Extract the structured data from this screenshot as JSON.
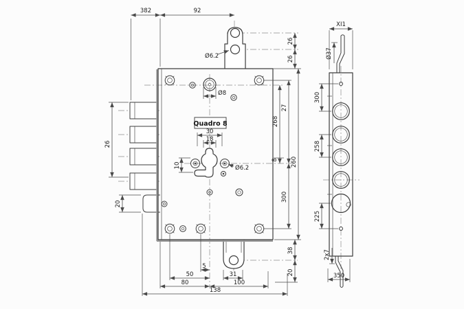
{
  "drawing": {
    "product": "Quadro 8",
    "colors": {
      "line": "#3d3d3d",
      "background": "#fcfcfc"
    },
    "front": {
      "dim_382": "382",
      "dim_92": "92",
      "dia_62_top": "Ø6.2",
      "dim_26_a": "26",
      "dim_26_b": "26",
      "dia_8": "Ø8",
      "dim_27": "27",
      "dim_268": "268",
      "dim_8": "8",
      "dim_260": "260",
      "dim_300": "300",
      "dim_30": "30",
      "dim_18": "18",
      "dim_10": "10",
      "dia_62_mid": "Ø6.2",
      "dim_26_left": "26",
      "dim_20_latch": "20",
      "dim_38": "38",
      "dim_20_right": "20",
      "dim_5": "5",
      "dim_50": "50",
      "dim_31": "31",
      "dim_80": "80",
      "dim_100": "100",
      "dim_138": "138"
    },
    "side": {
      "dim_xi1": "XI1",
      "dia_37": "Ø37",
      "dim_300": "300",
      "dim_258": "258",
      "dim_225": "225",
      "dim_2x7": "2x7",
      "dim_350": "350"
    }
  }
}
